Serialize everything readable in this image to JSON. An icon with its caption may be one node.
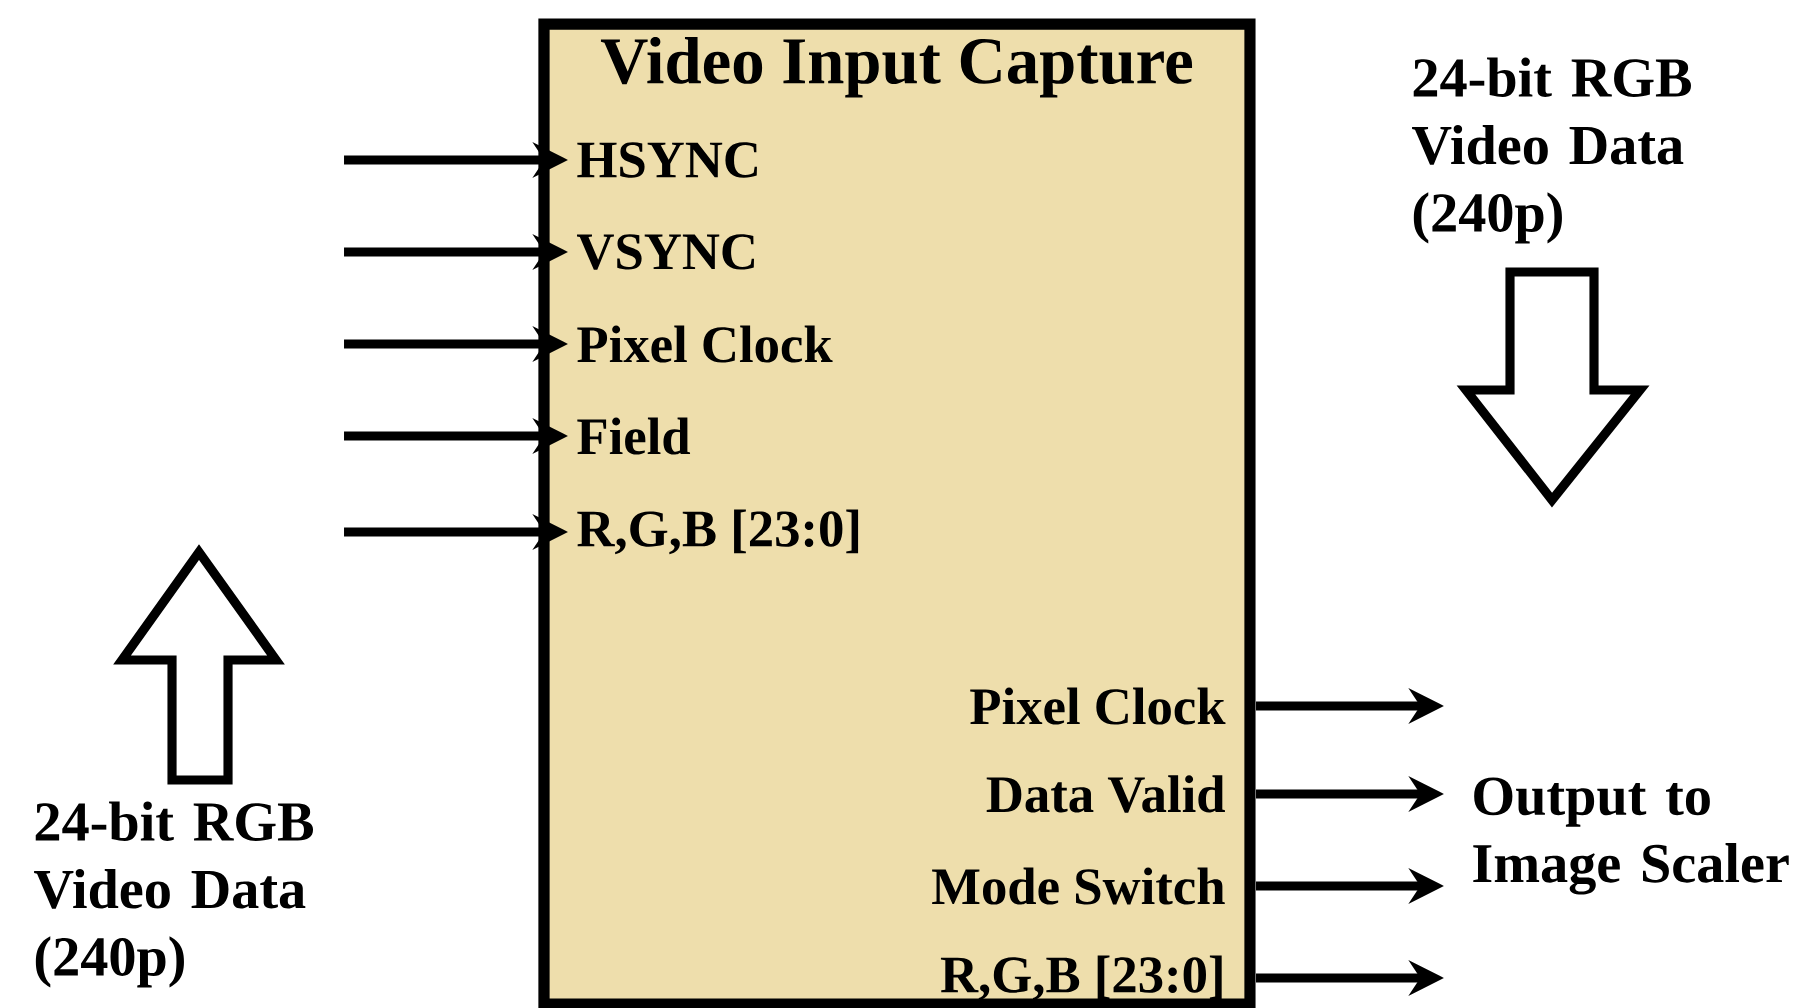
{
  "diagram": {
    "nodes": [
      {
        "text": [
          "Video Input Capture"
        ]
      },
      {
        "text": [
          "HSYNC"
        ],
        "in": 0
      },
      {
        "text": [
          "VSYNC"
        ],
        "in": 0
      },
      {
        "text": [
          "Pixel Clock"
        ],
        "in": 0
      },
      {
        "text": [
          "Field"
        ],
        "in": 0
      },
      {
        "text": [
          "R,G,B [23:0]"
        ],
        "in": 0
      },
      {
        "text": [
          "Pixel Clock"
        ],
        "in": 0
      },
      {
        "text": [
          "Data Valid"
        ],
        "in": 0
      },
      {
        "text": [
          "Mode Switch"
        ],
        "in": 0
      },
      {
        "text": [
          "R,G,B [23:0]"
        ],
        "in": 0
      }
    ],
    "edges": [
      {
        "from": null,
        "to": 1,
        "arrow": "to"
      },
      {
        "from": null,
        "to": 2,
        "arrow": "to"
      },
      {
        "from": null,
        "to": 3,
        "arrow": "to"
      },
      {
        "from": null,
        "to": 4,
        "arrow": "to"
      },
      {
        "from": null,
        "to": 5,
        "arrow": "to"
      },
      {
        "from": 6,
        "to": null,
        "arrow": "to"
      },
      {
        "from": 7,
        "to": null,
        "arrow": "to"
      },
      {
        "from": 8,
        "to": null,
        "arrow": "to"
      },
      {
        "from": 9,
        "to": null,
        "arrow": "to"
      }
    ],
    "labels": [
      "24-bit RGB Video Data (240p)",
      "Output to Image Scaler",
      "24-bit RGB Video Data (240p)"
    ]
  }
}
